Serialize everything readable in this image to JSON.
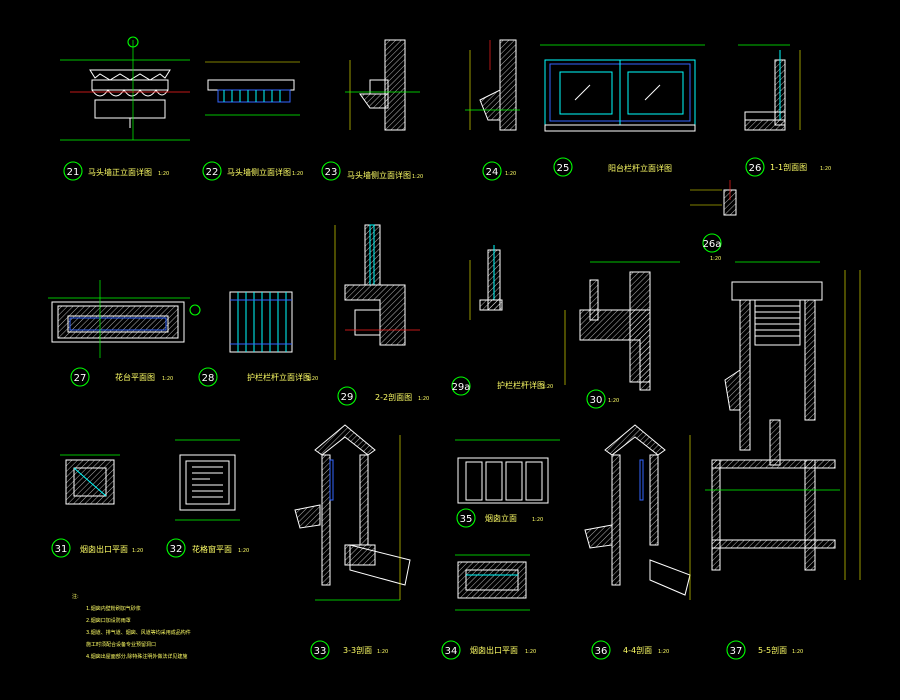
{
  "colors": {
    "background": "#000000",
    "bubble": "#00ff00",
    "title": "#ffff66",
    "wall": "#ffffff",
    "glass": "#00ffff",
    "accent": "#ff2020"
  },
  "details": [
    {
      "no": "21",
      "title": "马头墙正立面详图",
      "scale": "1:20"
    },
    {
      "no": "22",
      "title": "马头墙侧立面详图",
      "scale": "1:20"
    },
    {
      "no": "23",
      "title": "马头墙侧立面详图",
      "scale": "1:20"
    },
    {
      "no": "24",
      "title": "",
      "scale": "1:20"
    },
    {
      "no": "25",
      "title": "阳台栏杆立面详图",
      "scale": ""
    },
    {
      "no": "26",
      "title": "1-1剖面图",
      "scale": "1:20"
    },
    {
      "no": "26a",
      "title": "",
      "scale": "1:20"
    },
    {
      "no": "27",
      "title": "花台平面图",
      "scale": "1:20"
    },
    {
      "no": "28",
      "title": "护栏栏杆立面详图",
      "scale": "1:20"
    },
    {
      "no": "29",
      "title": "2-2剖面图",
      "scale": "1:20"
    },
    {
      "no": "29a",
      "title": "护栏栏杆详图",
      "scale": "1:20"
    },
    {
      "no": "30",
      "title": "",
      "scale": "1:20"
    },
    {
      "no": "31",
      "title": "烟囱出口平面",
      "scale": "1:20"
    },
    {
      "no": "32",
      "title": "花格窗平面",
      "scale": "1:20"
    },
    {
      "no": "33",
      "title": "3-3剖面",
      "scale": "1:20"
    },
    {
      "no": "34",
      "title": "烟囱出口平面",
      "scale": "1:20"
    },
    {
      "no": "35",
      "title": "烟囱立面",
      "scale": "1:20"
    },
    {
      "no": "36",
      "title": "4-4剖面",
      "scale": "1:20"
    },
    {
      "no": "37",
      "title": "5-5剖面",
      "scale": "1:20"
    }
  ],
  "notes": {
    "heading": "注:",
    "lines": [
      "1.烟囱内壁粉刷加气砂浆",
      "2.烟囱口加设防雨罩",
      "3.烟道、排气道、烟囱、风道等均采用成品构件",
      "  施工时须配合设备专业预留洞口",
      "4.烟囱出屋面部分,除特殊注明外做法详见建施"
    ]
  }
}
